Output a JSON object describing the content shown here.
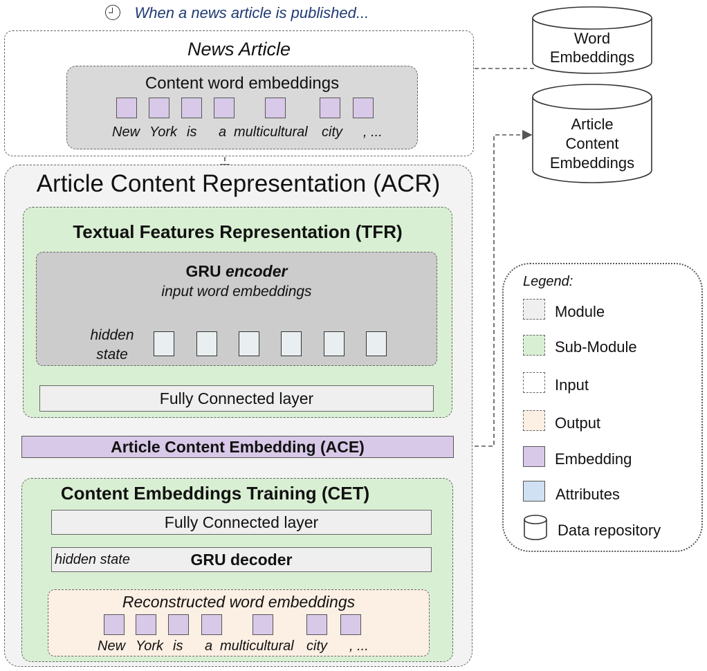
{
  "header": {
    "caption": "When a news article is published...",
    "clock_icon": "clock-icon"
  },
  "news_article": {
    "title": "News Article",
    "content_box_title": "Content word embeddings",
    "words": [
      "New",
      "York",
      "is",
      "a",
      "multicultural",
      "city",
      ", ..."
    ]
  },
  "repositories": {
    "word_embeddings": [
      "Word",
      "Embeddings"
    ],
    "article_content_embeddings": [
      "Article",
      "Content",
      "Embeddings"
    ]
  },
  "acr": {
    "title": "Article Content Representation (ACR)",
    "tfr": {
      "title": "Textual Features Representation (TFR)",
      "gru_encoder": {
        "title_plain": "GRU ",
        "title_italic": "encoder",
        "input_label": "input word embeddings",
        "hidden_label_1": "hidden",
        "hidden_label_2": "state"
      },
      "fc_layer": "Fully Connected layer"
    },
    "ace": "Article Content Embedding (ACE)",
    "cet": {
      "title": "Content Embeddings Training (CET)",
      "fc_layer": "Fully Connected layer",
      "gru_decoder": "GRU decoder",
      "hidden_state": "hidden state",
      "reconstructed": {
        "title": "Reconstructed word embeddings",
        "words": [
          "New",
          "York",
          "is",
          "a",
          "multicultural",
          "city",
          ", ..."
        ]
      }
    }
  },
  "legend": {
    "title": "Legend:",
    "items": [
      {
        "label": "Module",
        "color": "#efefef",
        "style": "dashed"
      },
      {
        "label": "Sub-Module",
        "color": "#d9efd3",
        "style": "dashed"
      },
      {
        "label": "Input",
        "color": "#ffffff",
        "style": "dashed"
      },
      {
        "label": "Output",
        "color": "#fcefe3",
        "style": "dashed"
      },
      {
        "label": "Embedding",
        "color": "#d9c9e8",
        "style": "solid"
      },
      {
        "label": "Attributes",
        "color": "#cfe1f3",
        "style": "solid"
      },
      {
        "label": "Data repository",
        "color": "#ffffff",
        "style": "cylinder"
      }
    ]
  },
  "colors": {
    "module": "#f3f3f3",
    "submodule": "#d9efd3",
    "content_box": "#d9d9d9",
    "gru_box": "#cccccc",
    "embedding": "#d9c9e8",
    "output": "#fcefe3",
    "header_text": "#1f3a73"
  }
}
